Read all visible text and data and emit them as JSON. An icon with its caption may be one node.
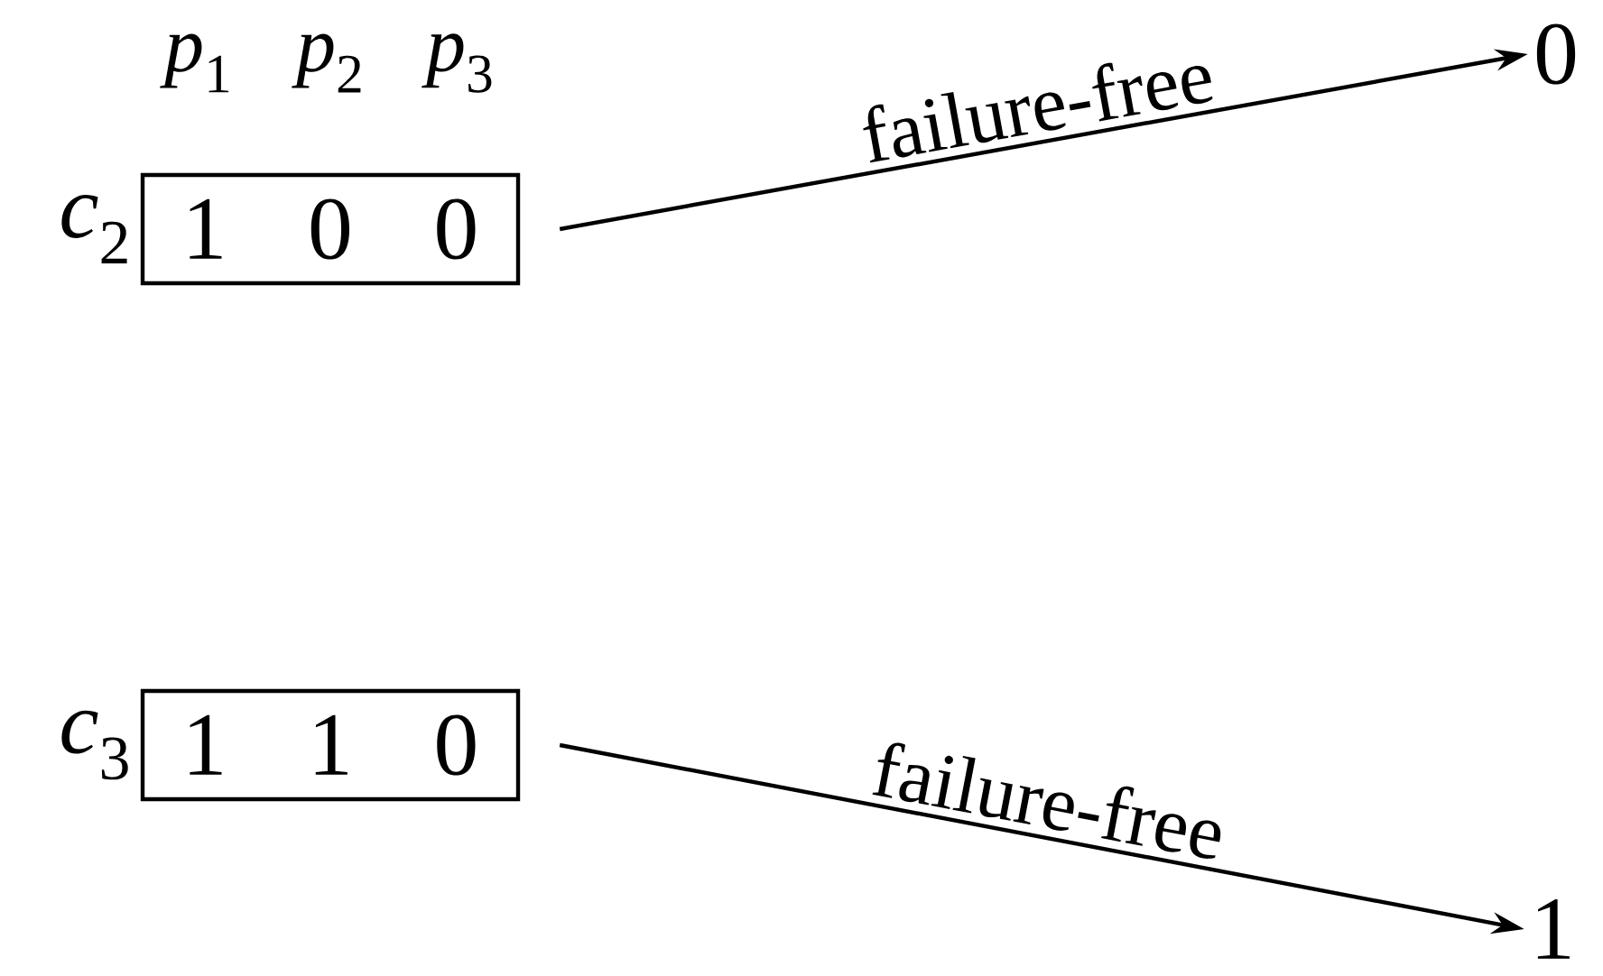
{
  "diagram": {
    "nodes": [
      {
        "text": [
          "1 0 0"
        ],
        "beside": [
          "*c*$_{2}$"
        ]
      },
      {
        "text": [
          "0"
        ]
      },
      {
        "text": [
          "1 1 0"
        ],
        "beside": [
          "*c*$_{3}$"
        ]
      },
      {
        "text": [
          "1"
        ]
      }
    ],
    "edges": [
      {
        "from": 0,
        "to": 1,
        "arrow": "to",
        "label": "failure-free"
      },
      {
        "from": 2,
        "to": 3,
        "arrow": "to",
        "label": "failure-free"
      }
    ],
    "labels": [
      "*p*$_{1}$",
      "*p*$_{2}$",
      "*p*$_{3}$"
    ]
  }
}
